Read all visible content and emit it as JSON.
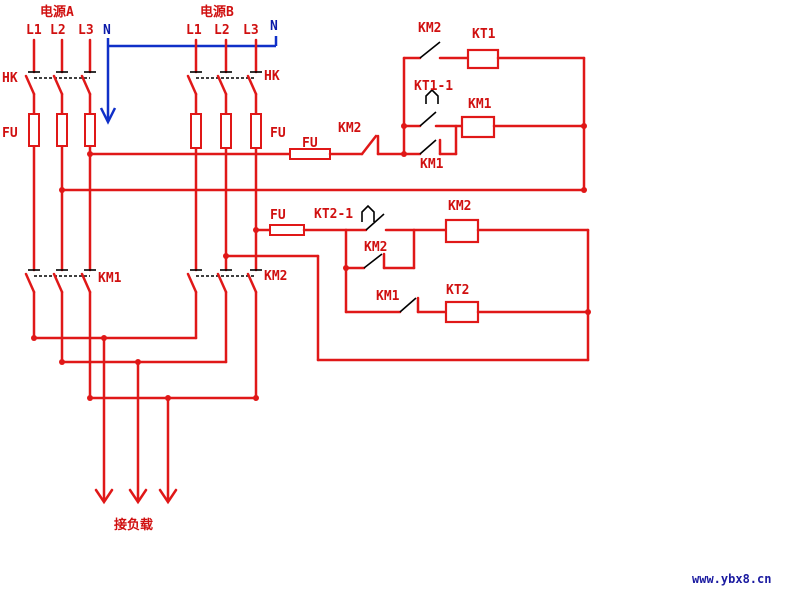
{
  "title_source_a": "电源A",
  "title_source_b": "电源B",
  "phase_labels": [
    "L1",
    "L2",
    "L3"
  ],
  "neutral_label": "N",
  "hk_label": "HK",
  "fu_label": "FU",
  "km1_label": "KM1",
  "km2_label": "KM2",
  "kt1_label": "KT1",
  "kt2_label": "KT2",
  "kt1_1_label": "KT1-1",
  "kt2_1_label": "KT2-1",
  "load_label": "接负载",
  "website": "www.ybx8.cn",
  "colors": {
    "wire": "#e01818",
    "neutral": "#1030c8",
    "switch": "#000000",
    "label": "#d01010"
  }
}
